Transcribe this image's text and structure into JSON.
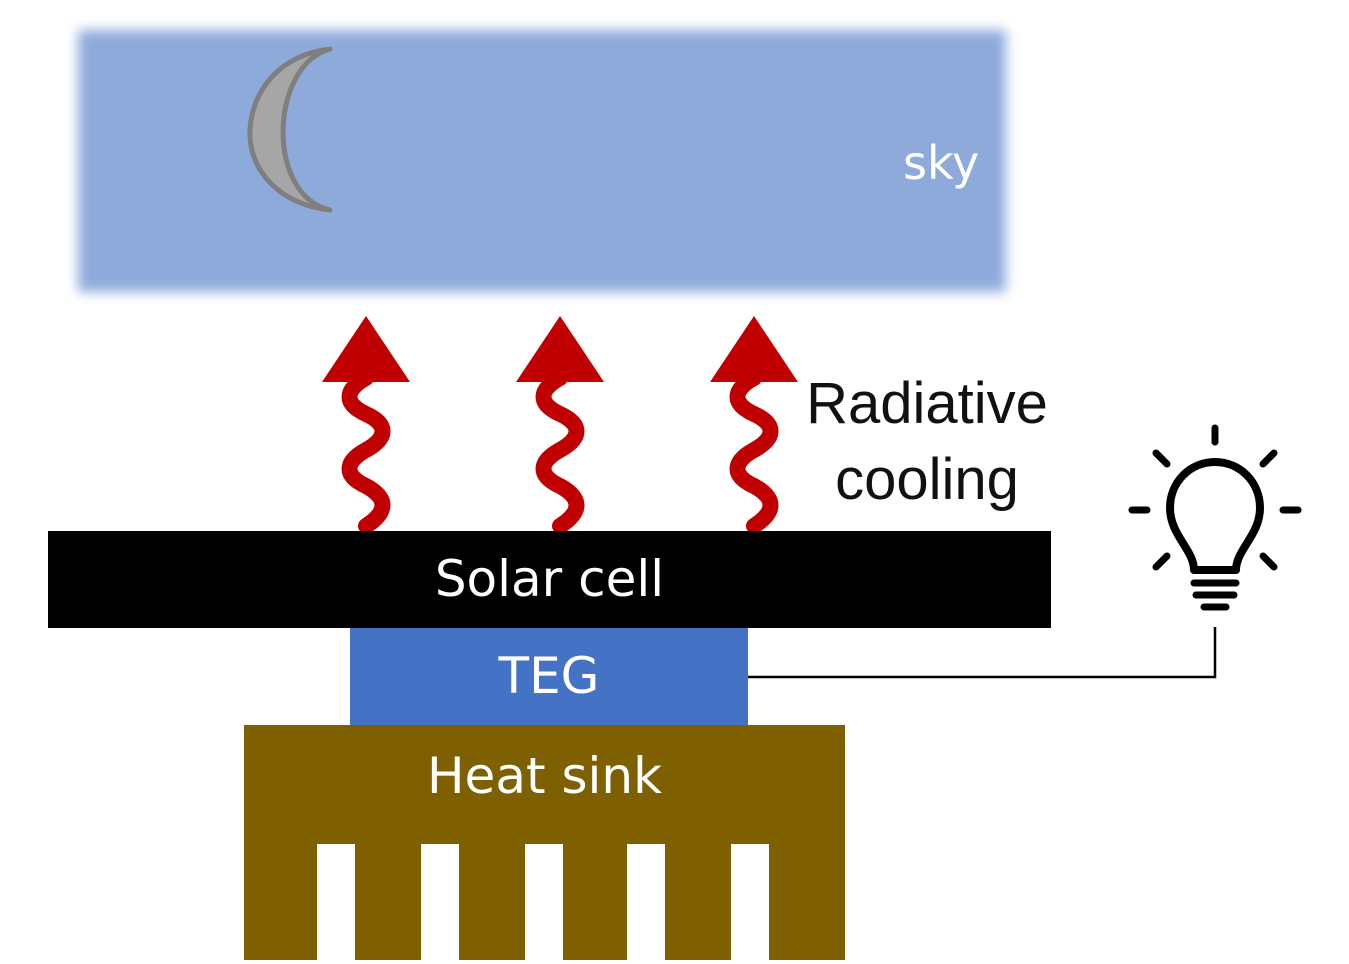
{
  "sky": {
    "label": "sky"
  },
  "radiative_cooling": {
    "line1": "Radiative",
    "line2": "cooling"
  },
  "solar_cell": {
    "label": "Solar cell"
  },
  "teg": {
    "label": "TEG"
  },
  "heat_sink": {
    "label": "Heat sink"
  },
  "colors": {
    "sky": "#8eaadb",
    "arrow": "#c00000",
    "solar_cell": "#000000",
    "teg": "#4472c4",
    "heat_sink": "#7f6000",
    "moon": "#a6a6a6"
  },
  "icons": [
    "moon-icon",
    "heat-arrow-icon",
    "light-bulb-icon"
  ]
}
